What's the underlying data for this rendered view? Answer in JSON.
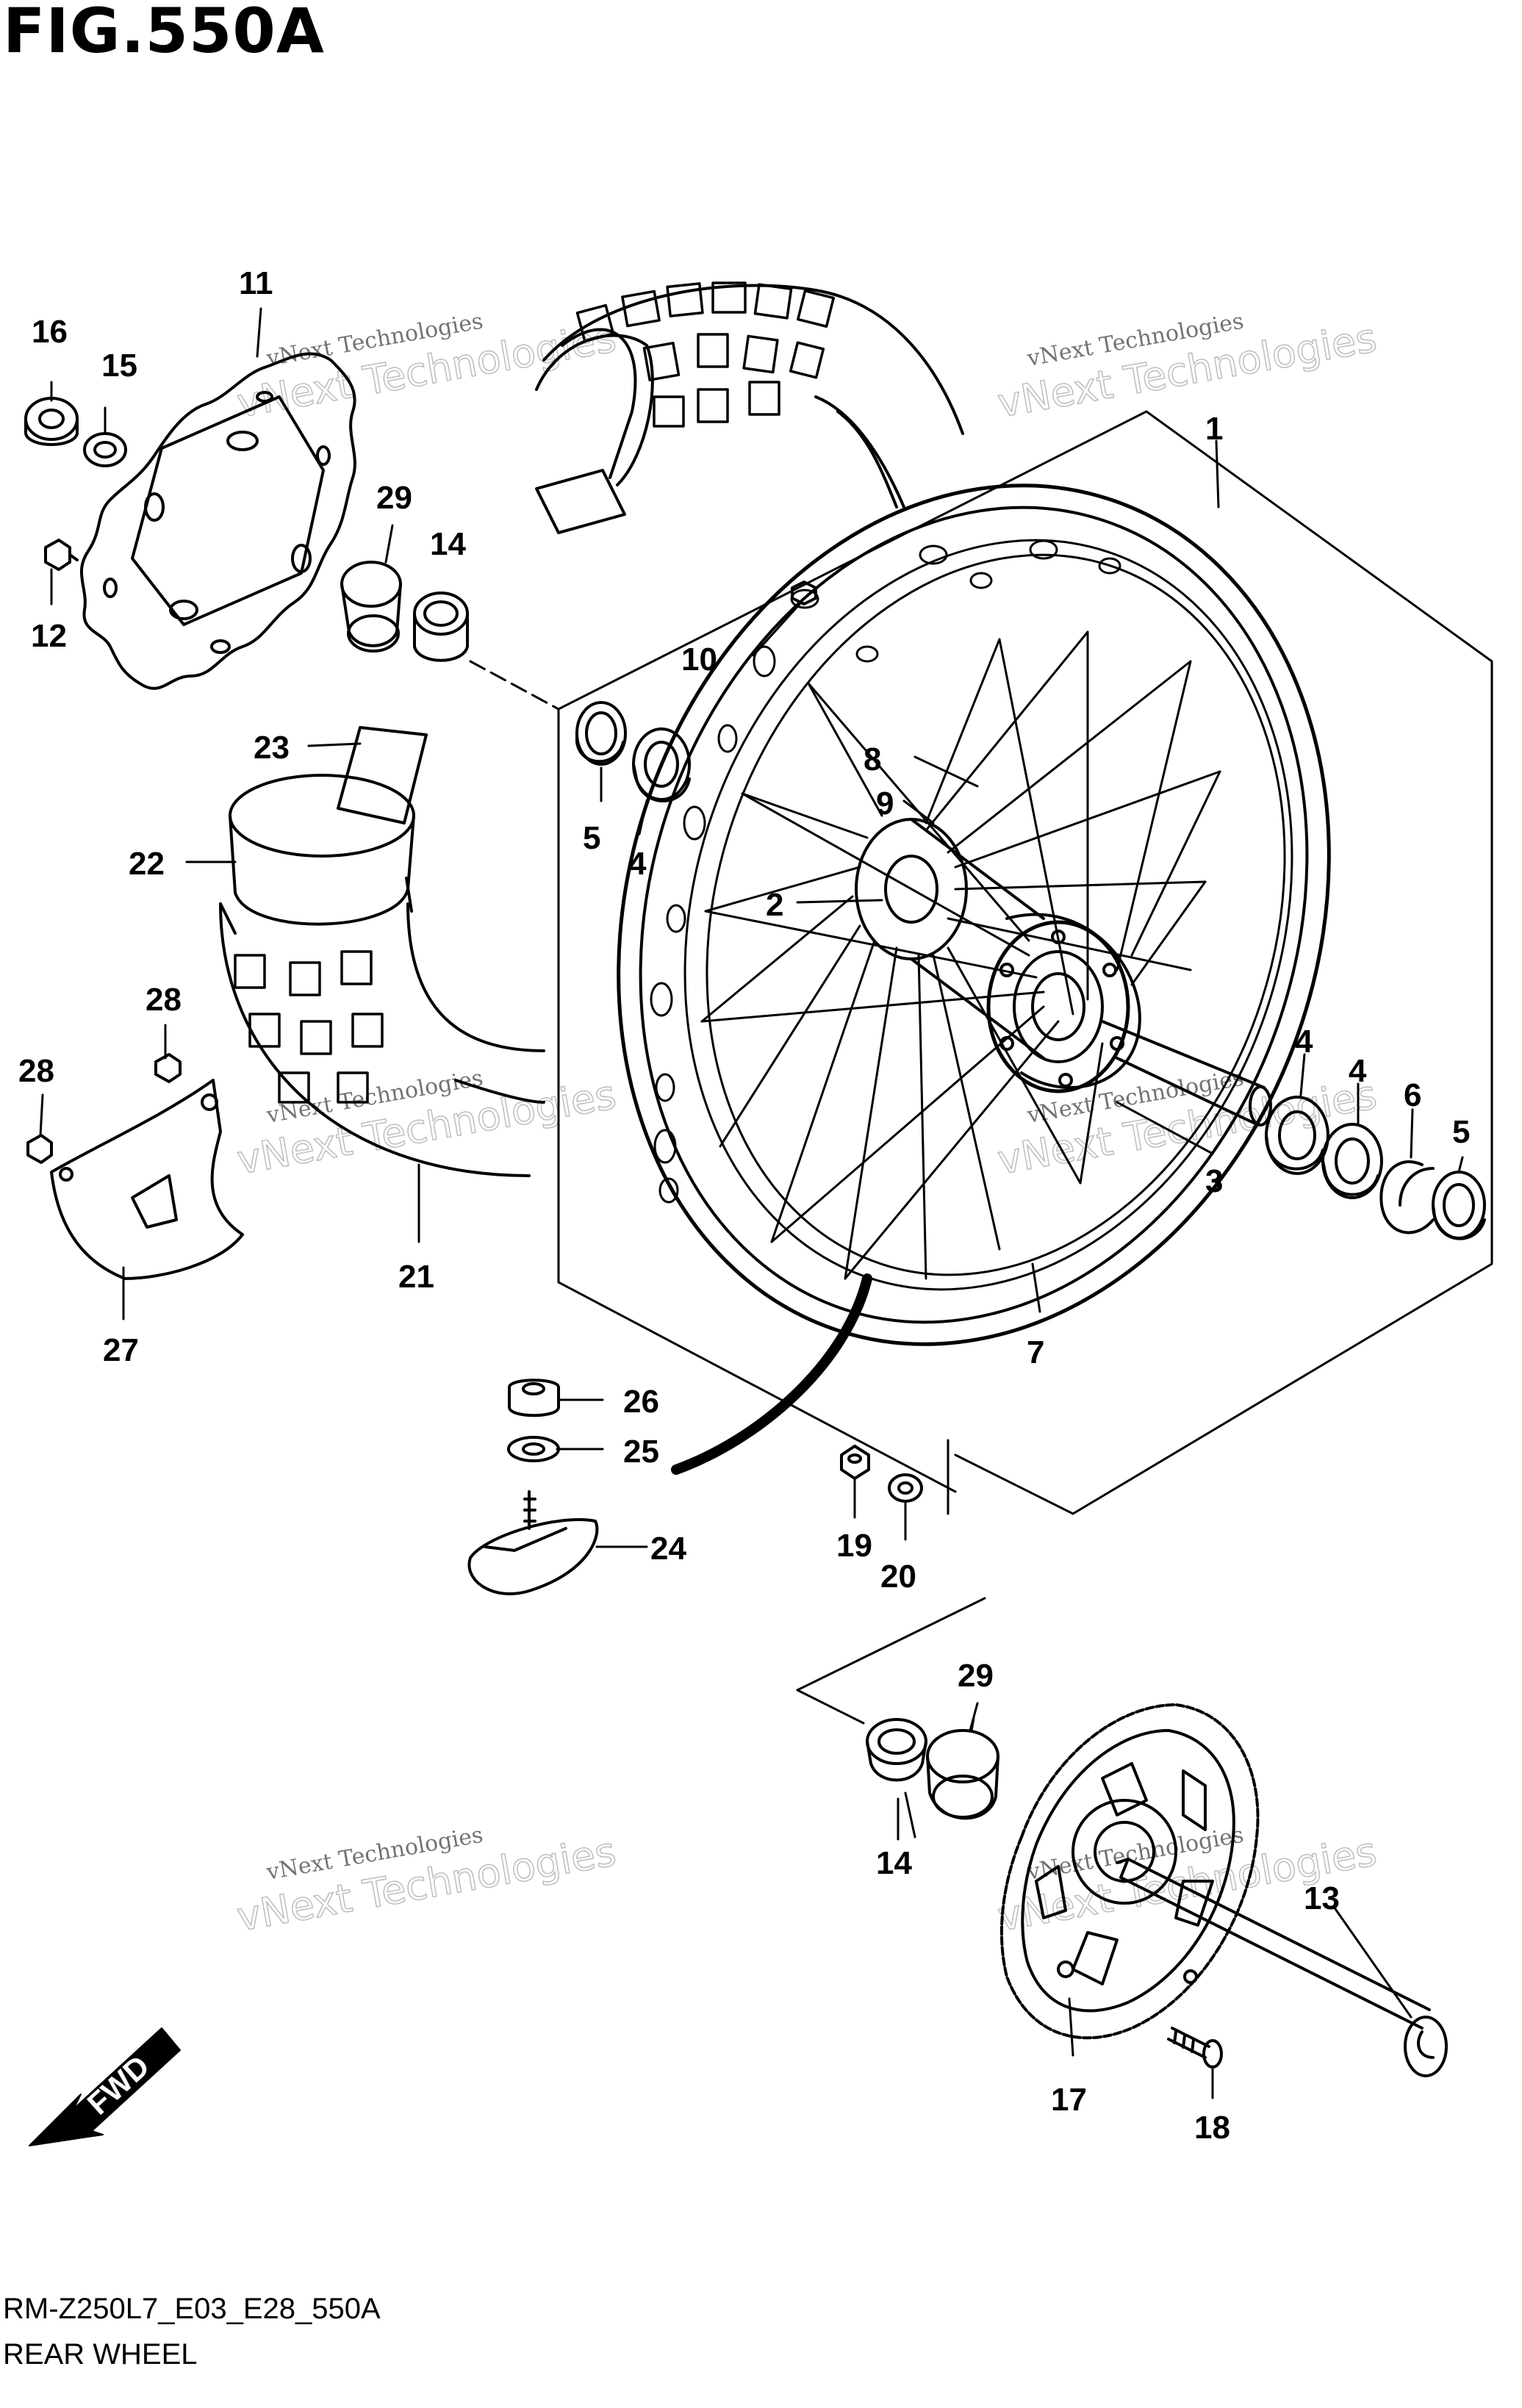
{
  "header": {
    "title": "FIG.550A"
  },
  "footer": {
    "code": "RM-Z250L7_E03_E28_550A",
    "name": "REAR WHEEL"
  },
  "fwd_label": "FWD",
  "watermark": {
    "line1": "vNext Technologies",
    "line2": "vNext Technologies"
  },
  "callouts": [
    {
      "id": "c1",
      "label": "1"
    },
    {
      "id": "c2",
      "label": "2"
    },
    {
      "id": "c3",
      "label": "3"
    },
    {
      "id": "c4a",
      "label": "4"
    },
    {
      "id": "c4b",
      "label": "4"
    },
    {
      "id": "c4c",
      "label": "4"
    },
    {
      "id": "c5a",
      "label": "5"
    },
    {
      "id": "c5b",
      "label": "5"
    },
    {
      "id": "c6",
      "label": "6"
    },
    {
      "id": "c7",
      "label": "7"
    },
    {
      "id": "c8",
      "label": "8"
    },
    {
      "id": "c9",
      "label": "9"
    },
    {
      "id": "c10",
      "label": "10"
    },
    {
      "id": "c11",
      "label": "11"
    },
    {
      "id": "c12",
      "label": "12"
    },
    {
      "id": "c13",
      "label": "13"
    },
    {
      "id": "c14a",
      "label": "14"
    },
    {
      "id": "c14b",
      "label": "14"
    },
    {
      "id": "c15",
      "label": "15"
    },
    {
      "id": "c16",
      "label": "16"
    },
    {
      "id": "c17",
      "label": "17"
    },
    {
      "id": "c18",
      "label": "18"
    },
    {
      "id": "c19",
      "label": "19"
    },
    {
      "id": "c20",
      "label": "20"
    },
    {
      "id": "c21",
      "label": "21"
    },
    {
      "id": "c22",
      "label": "22"
    },
    {
      "id": "c23",
      "label": "23"
    },
    {
      "id": "c24",
      "label": "24"
    },
    {
      "id": "c25",
      "label": "25"
    },
    {
      "id": "c26",
      "label": "26"
    },
    {
      "id": "c27",
      "label": "27"
    },
    {
      "id": "c28a",
      "label": "28"
    },
    {
      "id": "c28b",
      "label": "28"
    },
    {
      "id": "c29a",
      "label": "29"
    },
    {
      "id": "c29b",
      "label": "29"
    }
  ]
}
